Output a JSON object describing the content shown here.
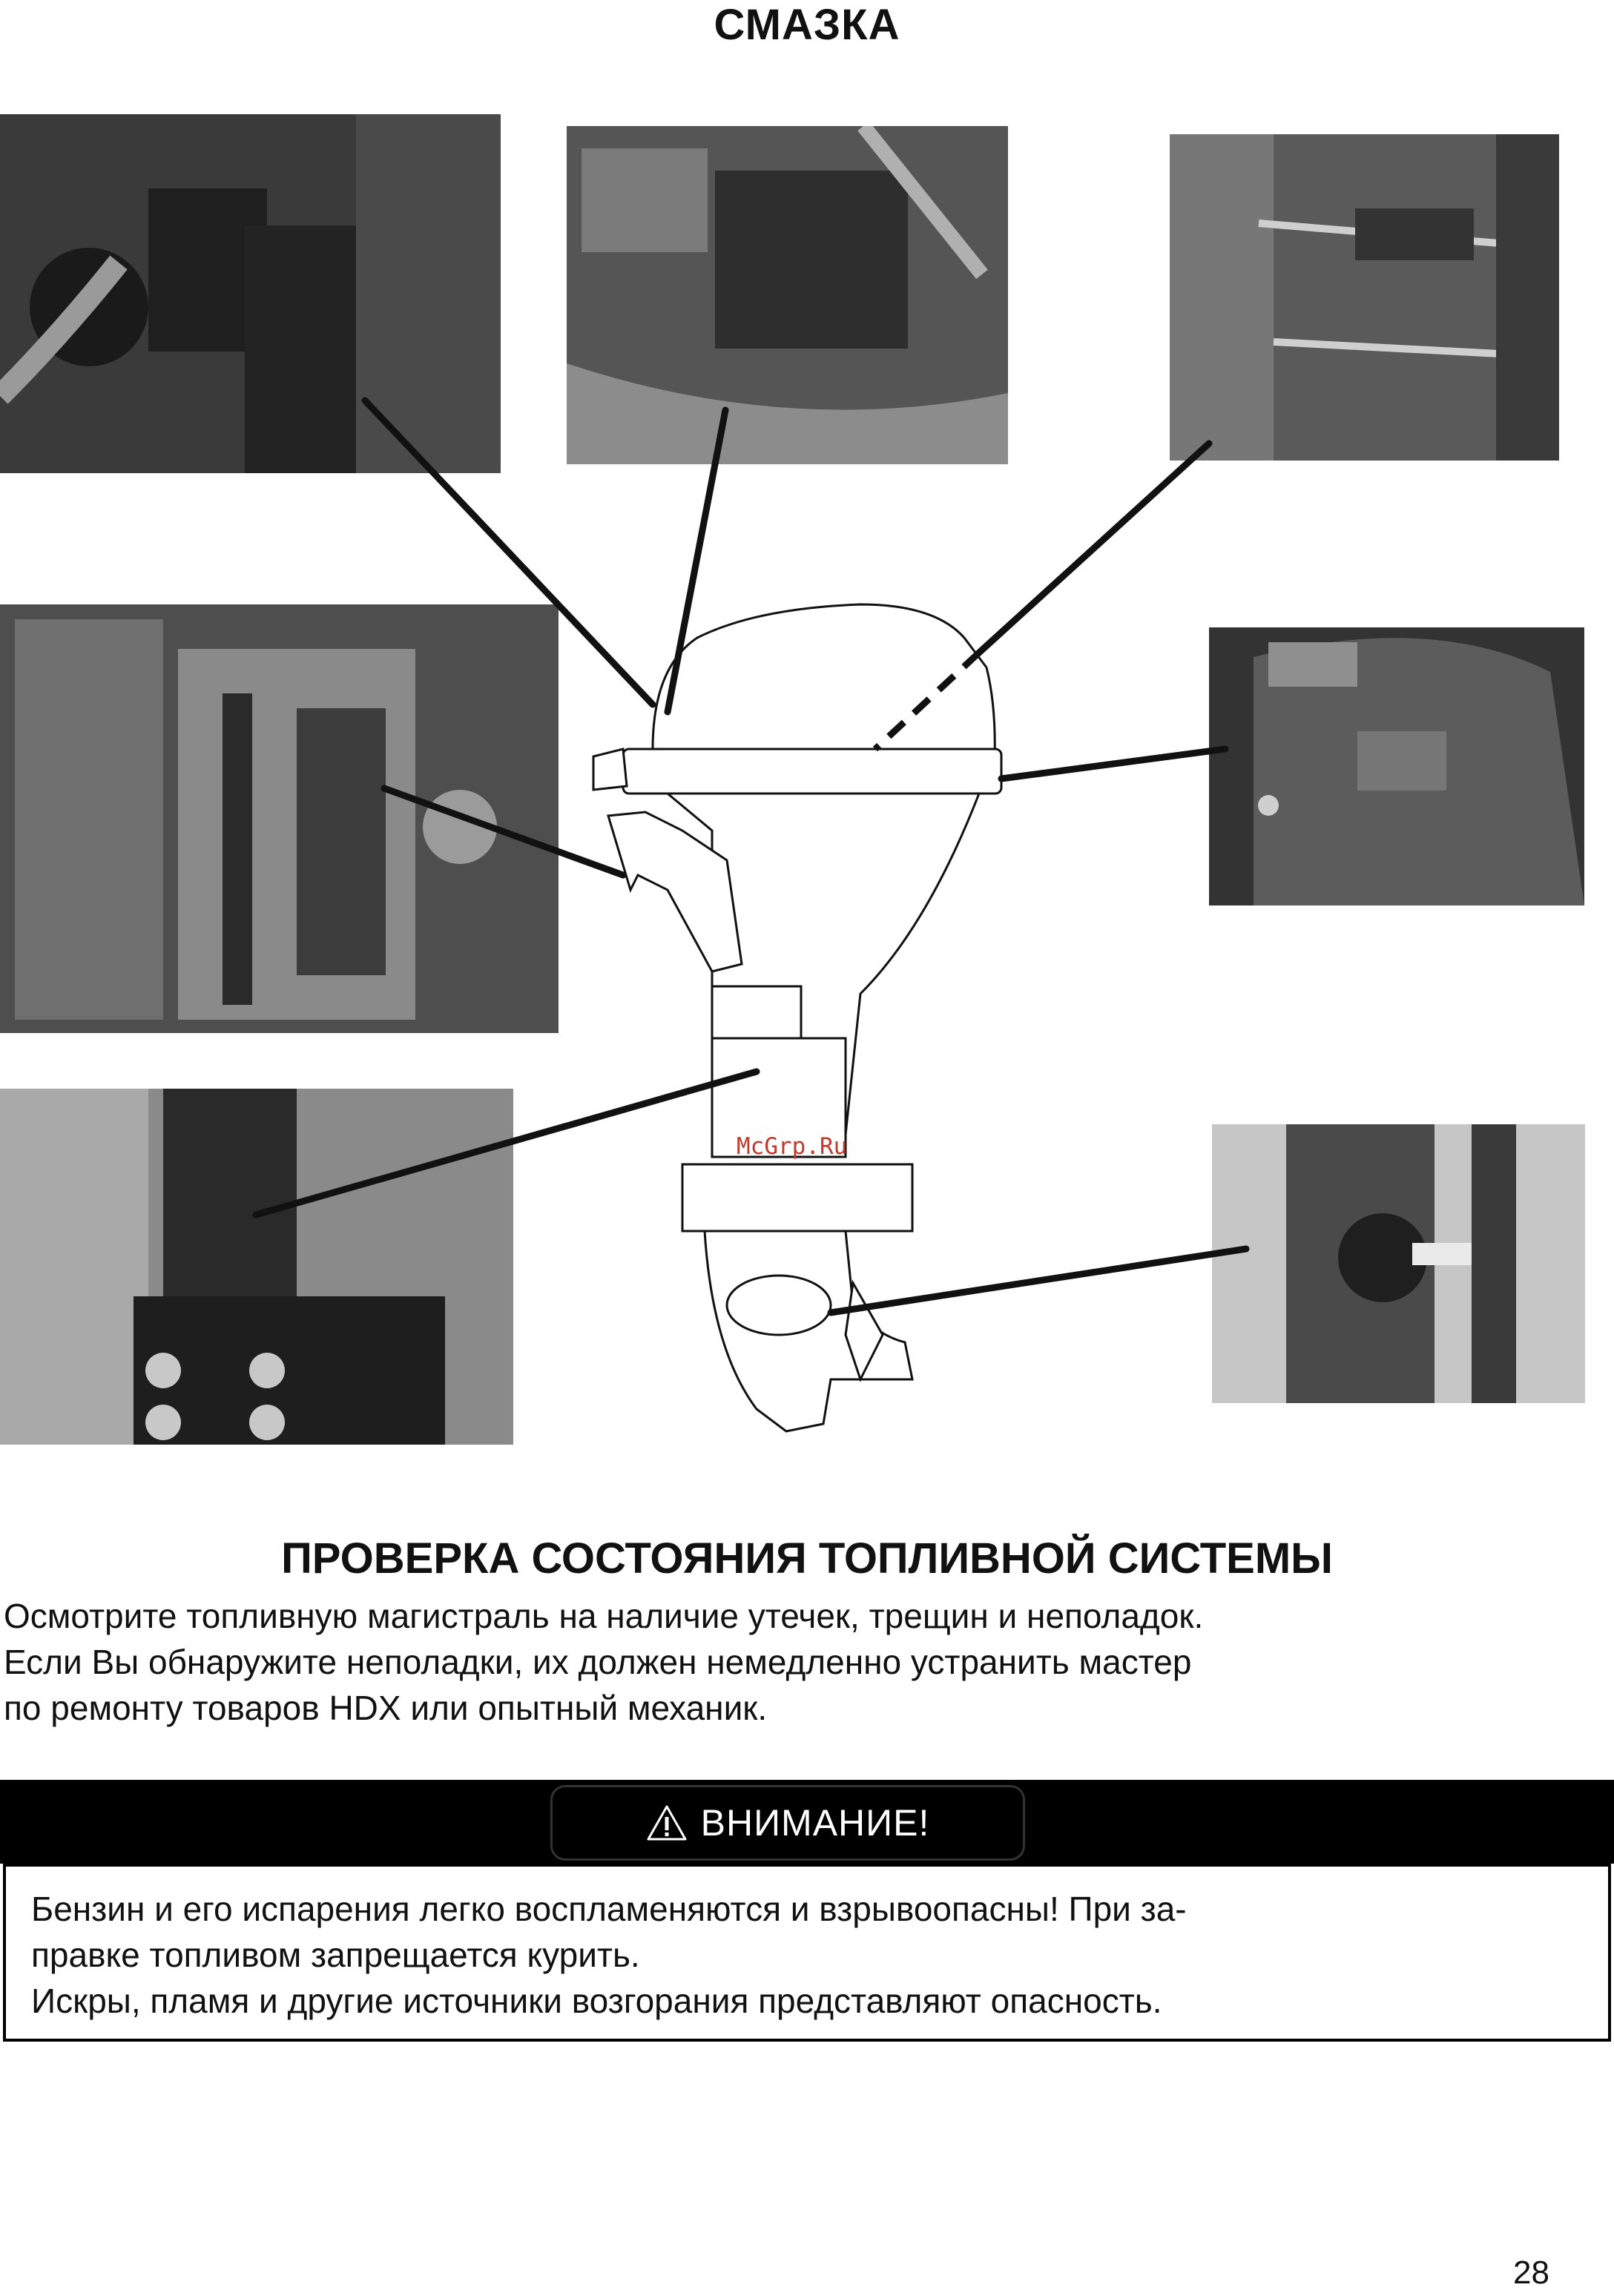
{
  "title": "СМАЗКА",
  "watermark": "McGrp.Ru",
  "fuel_section": {
    "heading": "ПРОВЕРКА СОСТОЯНИЯ ТОПЛИВНОЙ СИСТЕМЫ",
    "lines": [
      "Осмотрите топливную магистраль на наличие утечек, трещин и неполадок.",
      "Если Вы обнаружите неполадки, их должен немедленно устранить мастер",
      "по ремонту товаров HDX или опытный механик."
    ]
  },
  "warning": {
    "label": "ВНИМАНИЕ!",
    "icon": "warning-triangle-icon",
    "lines": [
      "Бензин и его испарения легко воспламеняются и взрывоопасны! При за-",
      "правке топливом запрещается курить.",
      "Искры, пламя и другие источники возгорания представляют опасность."
    ]
  },
  "page_number": "28"
}
